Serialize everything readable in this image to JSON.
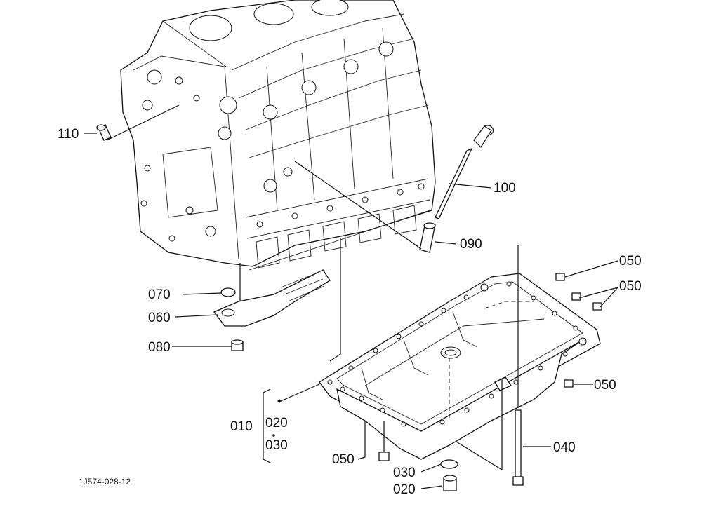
{
  "diagram_id": "1J574-028-12",
  "callouts": {
    "c110": "110",
    "c100": "100",
    "c090": "090",
    "c050a": "050",
    "c050b": "050",
    "c050c": "050",
    "c050d": "050",
    "c070": "070",
    "c060": "060",
    "c080": "080",
    "c010": "010",
    "c020a": "020",
    "c030a": "030",
    "c040": "040",
    "c030b": "030",
    "c020b": "020"
  },
  "colors": {
    "ink": "#111111",
    "paper": "#ffffff"
  }
}
